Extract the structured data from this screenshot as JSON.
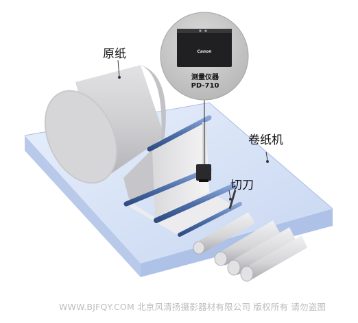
{
  "labels": {
    "raw_paper": "原纸",
    "machine": "卷纸机",
    "cutter": "切刀"
  },
  "device": {
    "logo": "Canon",
    "title": "测量仪器",
    "model": "PD-710"
  },
  "watermark": "WWW.BJFQY.COM 北京风清扬摄影器材有限公司 版权所有 请勿盗图",
  "colors": {
    "machine_body": "#cfdcf5",
    "roll": "#d4d4d6",
    "rod": "#5577b0",
    "device": "#1a1a1a",
    "badge_bg": "#c9c9c9"
  }
}
